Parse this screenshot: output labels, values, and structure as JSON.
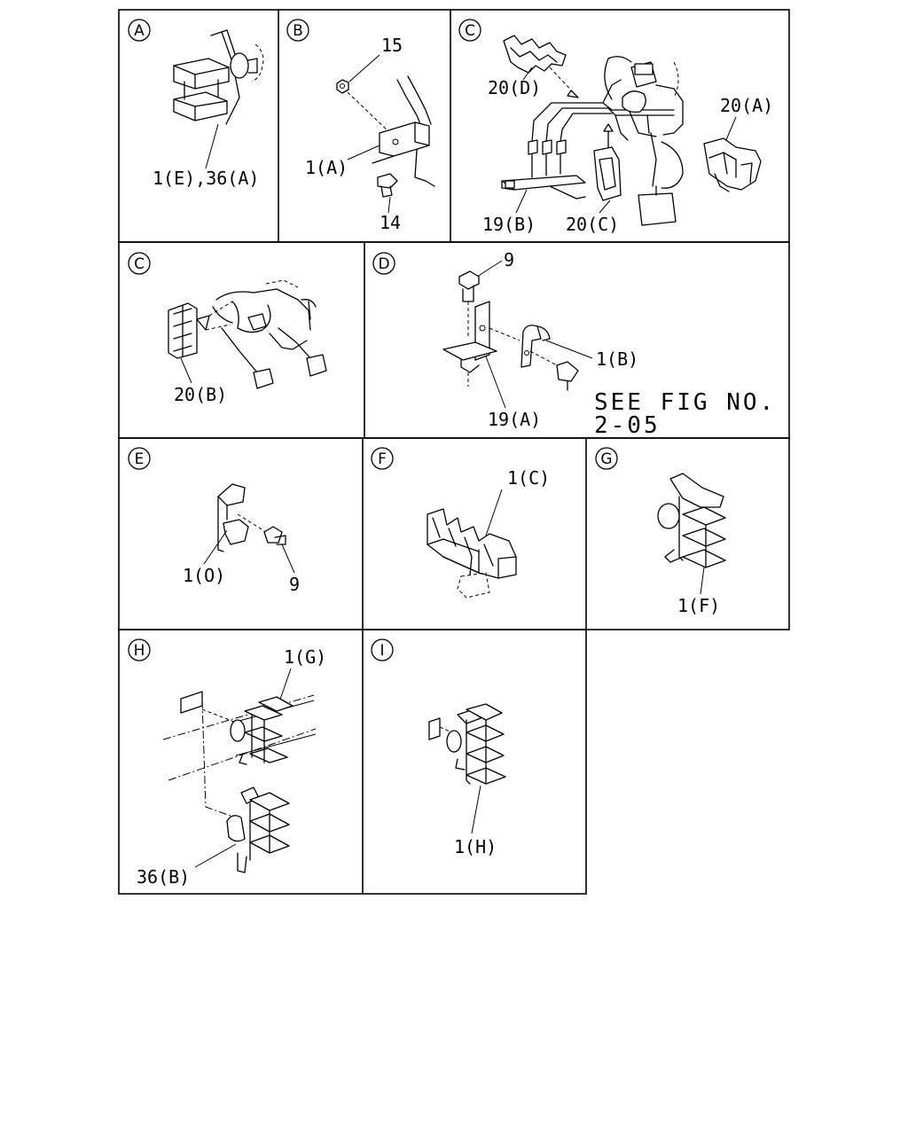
{
  "panels": {
    "A": {
      "letter": "A",
      "labels": {
        "part": "1(E),36(A)"
      }
    },
    "B": {
      "letter": "B",
      "labels": {
        "nut": "15",
        "bracket": "1(A)",
        "bolt": "14"
      }
    },
    "C1": {
      "letter": "C",
      "labels": {
        "clip_d": "20(D)",
        "clip_a": "20(A)",
        "bracket": "19(B)",
        "clip_c": "20(C)"
      }
    },
    "C2": {
      "letter": "C",
      "labels": {
        "clip_b": "20(B)"
      }
    },
    "D": {
      "letter": "D",
      "labels": {
        "bolt": "9",
        "clip": "1(B)",
        "bracket": "19(A)",
        "see_fig_1": "SEE FIG NO.",
        "see_fig_2": "2-05"
      }
    },
    "E": {
      "letter": "E",
      "labels": {
        "clip": "1(O)",
        "bolt": "9"
      }
    },
    "F": {
      "letter": "F",
      "labels": {
        "clip": "1(C)"
      }
    },
    "G": {
      "letter": "G",
      "labels": {
        "clip": "1(F)"
      }
    },
    "H": {
      "letter": "H",
      "labels": {
        "clip_g": "1(G)",
        "clip_b": "36(B)"
      }
    },
    "I": {
      "letter": "I",
      "labels": {
        "clip": "1(H)"
      }
    }
  }
}
